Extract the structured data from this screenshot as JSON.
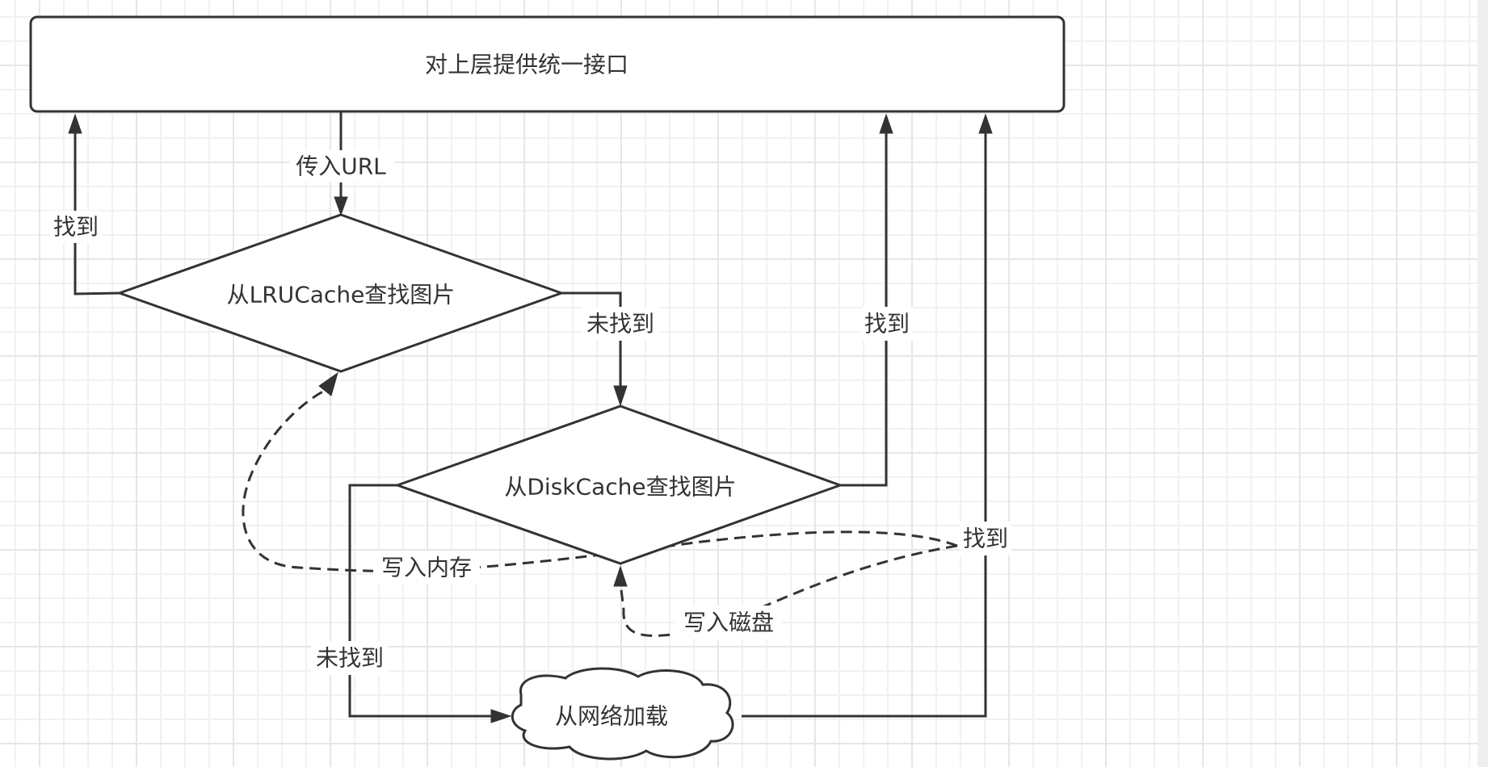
{
  "diagram": {
    "title": "Image loading cache flowchart",
    "nodes": {
      "interface": "对上层提供统一接口",
      "lru": "从LRUCache查找图片",
      "disk": "从DiskCache查找图片",
      "network": "从网络加载"
    },
    "edges": {
      "pass_url": "传入URL",
      "lru_found": "找到",
      "lru_not_found": "未找到",
      "disk_found": "找到",
      "disk_not_found": "未找到",
      "network_found": "找到",
      "write_memory": "写入内存",
      "write_disk": "写入磁盘"
    },
    "colors": {
      "stroke": "#333333",
      "grid_minor": "#f1f1f1",
      "grid_major": "#e6e6e6",
      "background": "#ffffff"
    }
  }
}
